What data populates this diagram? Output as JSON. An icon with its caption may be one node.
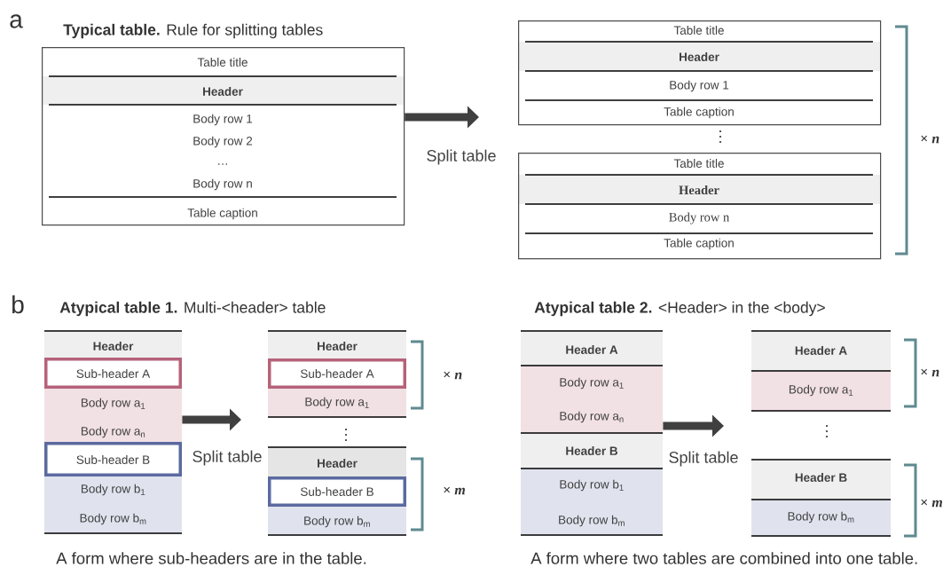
{
  "diagram": {
    "nodes": [
      {
        "text": [
          "Table title",
          "Header",
          "Body row 1",
          "Body row 2",
          "…",
          "Body row n",
          "Table caption"
        ]
      },
      {
        "text": [
          "Table title",
          "Header",
          "Body row 1",
          "Table caption"
        ]
      },
      {
        "text": [
          "Table title",
          "Header",
          "Body row n",
          "Table caption"
        ]
      },
      {
        "text": [
          "Header",
          "Sub-header A",
          "Body row a$_{1}$",
          "Body row a$_{n}$",
          "Sub-header B",
          "Body row b$_{1}$",
          "Body row b$_{m}$"
        ]
      },
      {
        "text": [
          "Header",
          "Sub-header A",
          "Body row a$_{1}$"
        ]
      },
      {
        "text": [
          "Header",
          "Sub-header B",
          "Body row b$_{m}$"
        ]
      },
      {
        "text": [
          "Header A",
          "Body row a$_{1}$",
          "Body row a$_{n}$",
          "Header B",
          "Body row b$_{1}$",
          "Body row b$_{m}$"
        ]
      },
      {
        "text": [
          "Header A",
          "Body row a$_{1}$"
        ]
      },
      {
        "text": [
          "Header B",
          "Body row b$_{m}$"
        ]
      }
    ],
    "edges": [
      {
        "from": 0,
        "to": null,
        "arrow": "to",
        "label": "Split table"
      },
      {
        "from": 3,
        "to": null,
        "arrow": "to",
        "label": "Split table"
      },
      {
        "from": 6,
        "to": null,
        "arrow": "to",
        "label": "Split table"
      }
    ],
    "labels": [
      "a",
      "**Typical table.** Rule for splitting tables",
      "× *n*",
      "b",
      "**Atypical table 1.** Multi-<header> table",
      "× *n*",
      "× *m*",
      "A form where sub-headers are in the table.",
      "**Atypical table 2.** <Header> in the <body>",
      "× *n*",
      "× *m*",
      "A form where two tables are combined into one table."
    ]
  }
}
